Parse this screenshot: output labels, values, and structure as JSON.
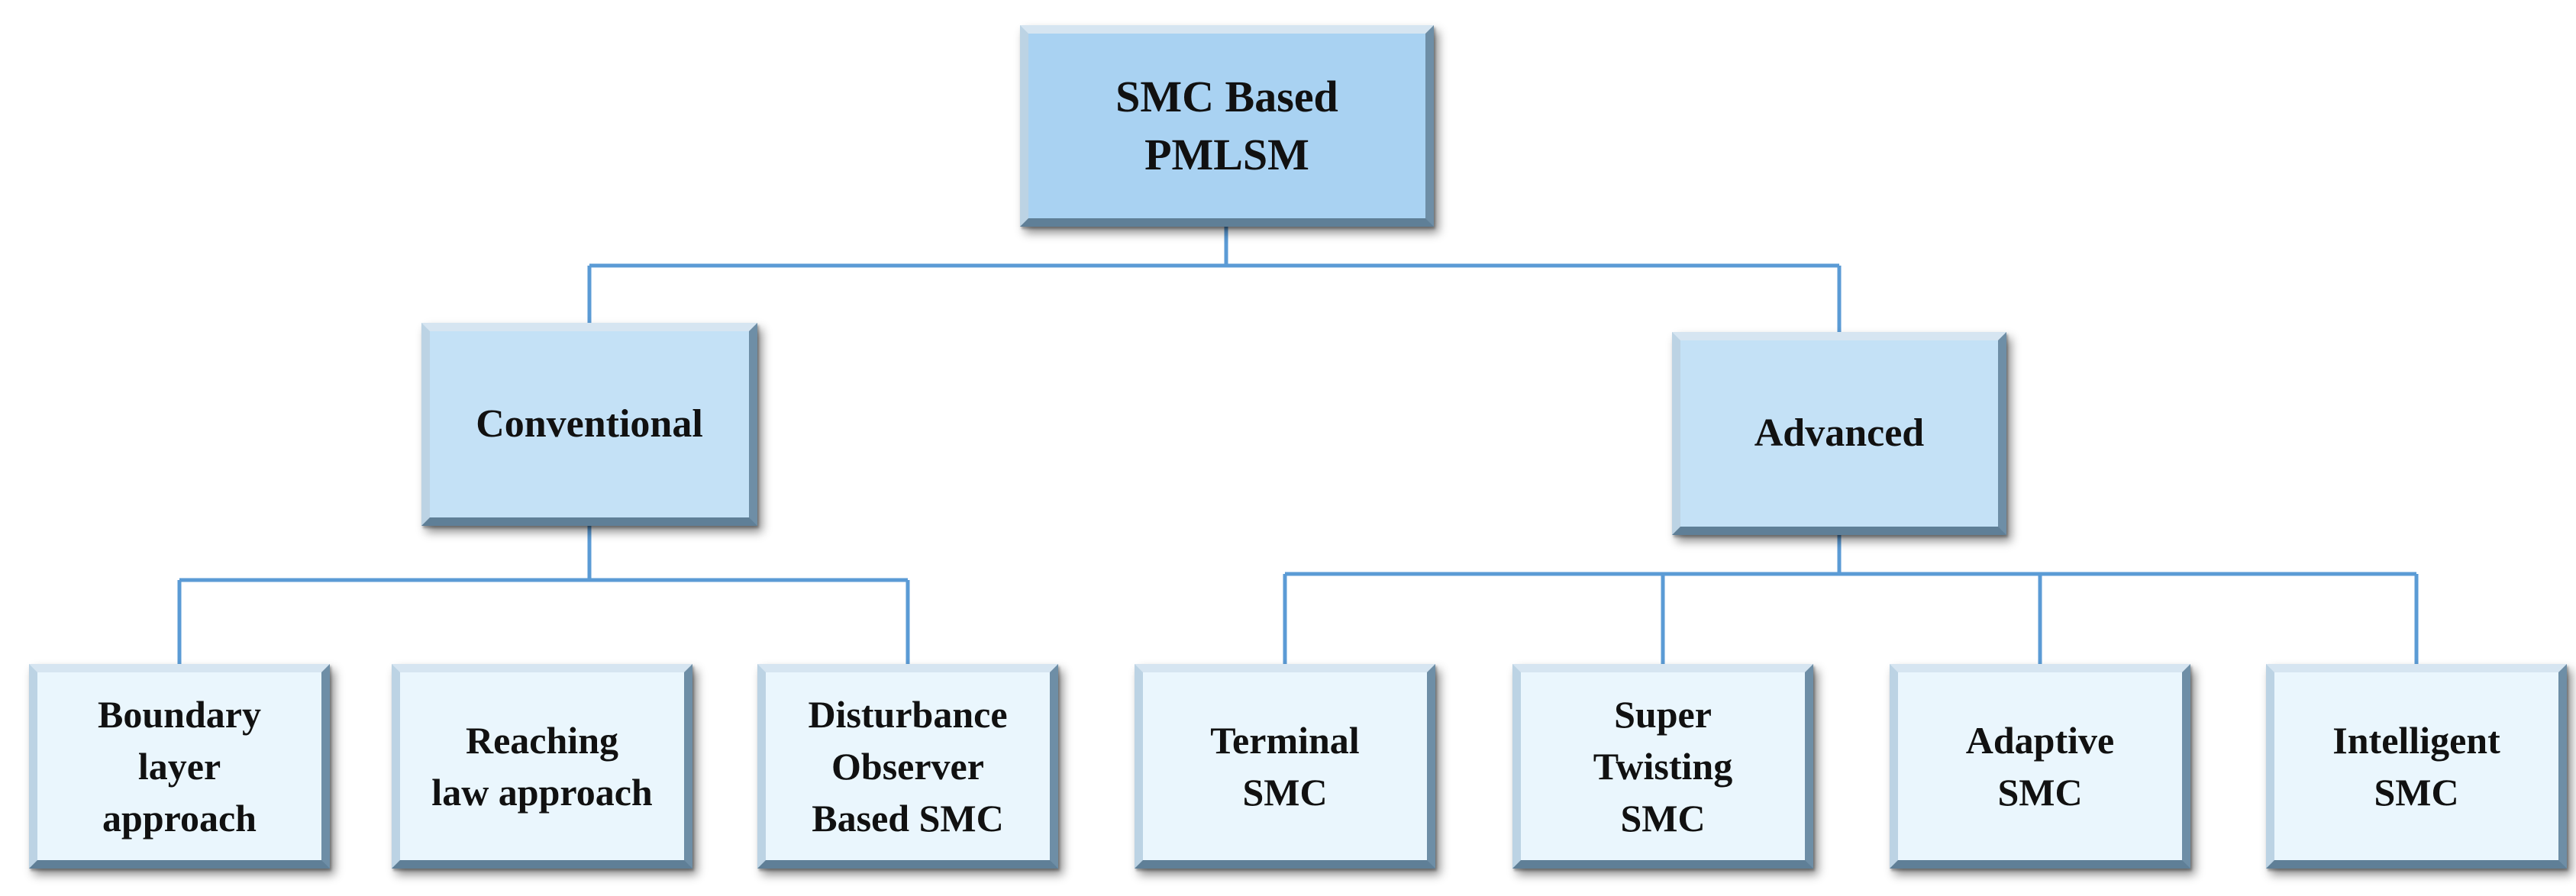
{
  "root": {
    "label": "SMC Based\nPMLSM"
  },
  "conventional": {
    "label": "Conventional",
    "children": [
      "Boundary\nlayer\napproach",
      "Reaching\nlaw approach",
      "Disturbance\nObserver\nBased SMC"
    ]
  },
  "advanced": {
    "label": "Advanced",
    "children": [
      "Terminal\nSMC",
      "Super\nTwisting\nSMC",
      "Adaptive\nSMC",
      "Intelligent\nSMC"
    ]
  },
  "colors": {
    "connector": "#5b9bd5",
    "root_fill": "#a9d2f2",
    "mid_fill": "#c4e1f6",
    "leaf_fill": "#eaf6fd"
  }
}
